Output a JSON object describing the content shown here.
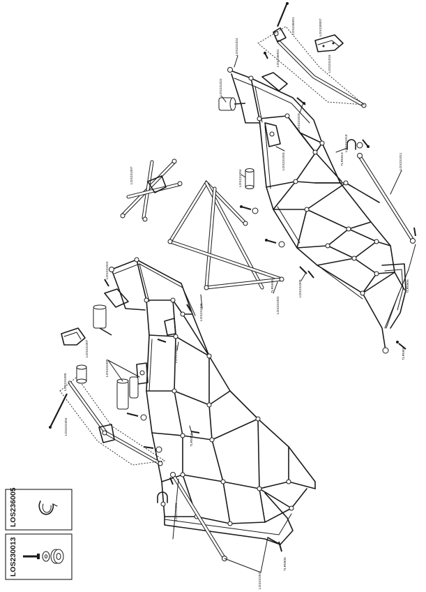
{
  "legend": {
    "box1_part": "LOS236005",
    "box2_part": "LOS230013"
  },
  "callouts": [
    {
      "id": "c01",
      "text": "LOS236001"
    },
    {
      "id": "c02",
      "text": "LOS231024"
    },
    {
      "id": "c03",
      "text": "LOS230007"
    },
    {
      "id": "c04",
      "text": "LOS236001"
    },
    {
      "id": "c05",
      "text": "LOS231016"
    },
    {
      "id": "c06",
      "text": "LOS231022"
    },
    {
      "id": "c07",
      "text": "LOS231020"
    },
    {
      "id": "c08",
      "text": "LOS231003"
    },
    {
      "id": "c09",
      "text": "LOS231004"
    },
    {
      "id": "c10",
      "text": "LOS231007"
    },
    {
      "id": "c11",
      "text": "LOS231019"
    },
    {
      "id": "c12",
      "text": "TLR5916"
    },
    {
      "id": "c13",
      "text": "LOS231011"
    },
    {
      "id": "c14",
      "text": "TLR5916"
    },
    {
      "id": "c15",
      "text": "TLR5906"
    },
    {
      "id": "c16",
      "text": "LOS231009"
    },
    {
      "id": "c17",
      "text": "LOS231024"
    },
    {
      "id": "c18",
      "text": "LOS231002"
    },
    {
      "id": "c19",
      "text": "LOS231006"
    },
    {
      "id": "c20",
      "text": "LOS231007"
    },
    {
      "id": "c21",
      "text": "LOS231006"
    },
    {
      "id": "c22",
      "text": "LOS231005"
    },
    {
      "id": "c23",
      "text": "TLR5906"
    },
    {
      "id": "c24",
      "text": "LOS231005"
    },
    {
      "id": "c25",
      "text": "TLR5916"
    },
    {
      "id": "c26",
      "text": "LOS231004"
    },
    {
      "id": "c27",
      "text": "LOS231001"
    },
    {
      "id": "c28",
      "text": "TLR5906"
    },
    {
      "id": "c29",
      "text": "LOS231001"
    }
  ]
}
